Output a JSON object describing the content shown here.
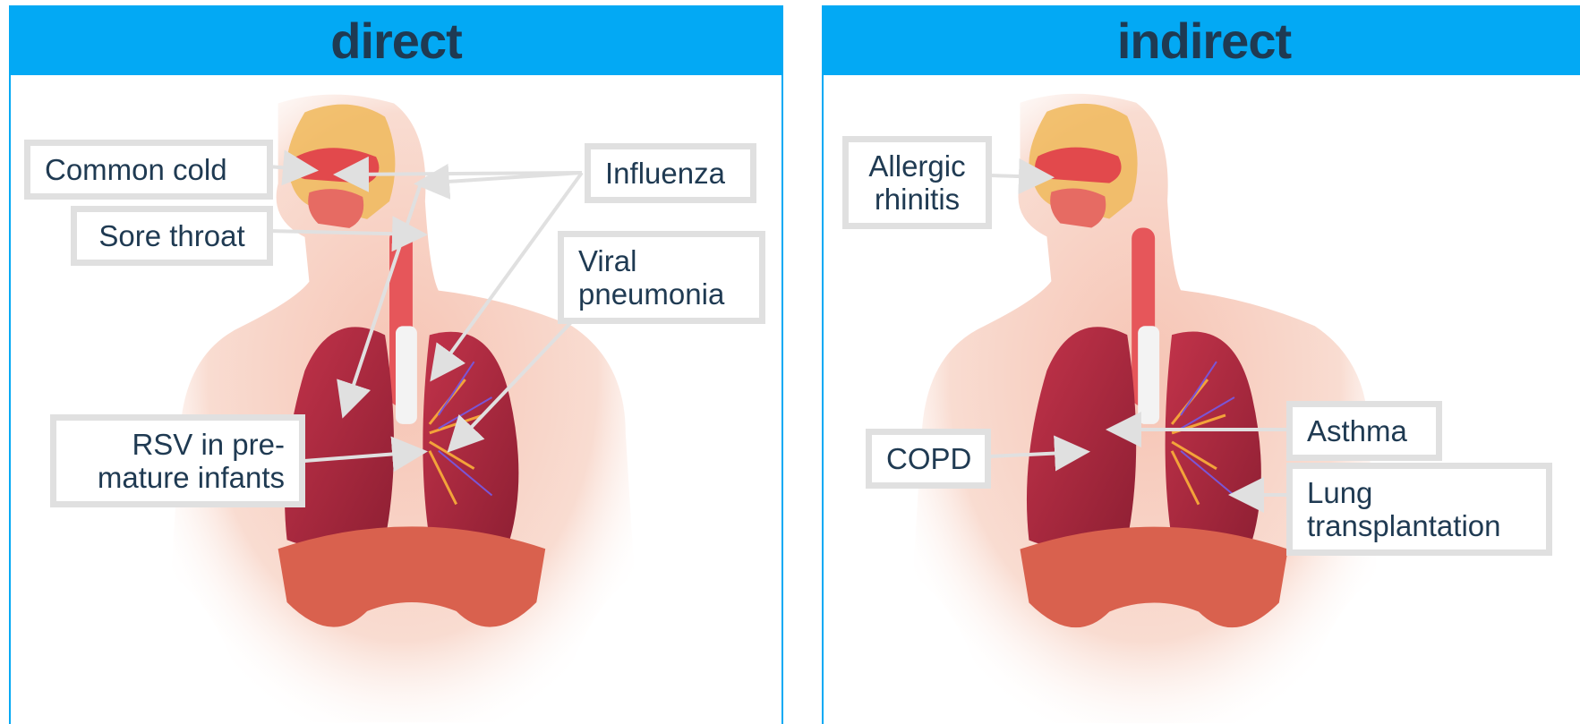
{
  "panels": {
    "direct": {
      "title": "direct",
      "labels": {
        "common_cold": "Common cold",
        "sore_throat": "Sore throat",
        "influenza": "Influenza",
        "viral_pneumonia": [
          "Viral",
          "pneumonia"
        ],
        "rsv": [
          "RSV in pre-",
          "mature infants"
        ]
      }
    },
    "indirect": {
      "title": "indirect",
      "labels": {
        "allergic_rhinitis": [
          "Allergic",
          "rhinitis"
        ],
        "copd": "COPD",
        "asthma": "Asthma",
        "lung_transplantation": [
          "Lung",
          "transplantation"
        ]
      }
    }
  },
  "colors": {
    "header_blue": "#03a9f4",
    "text_dark": "#1f3a52",
    "label_border": "#e0e0e0"
  }
}
